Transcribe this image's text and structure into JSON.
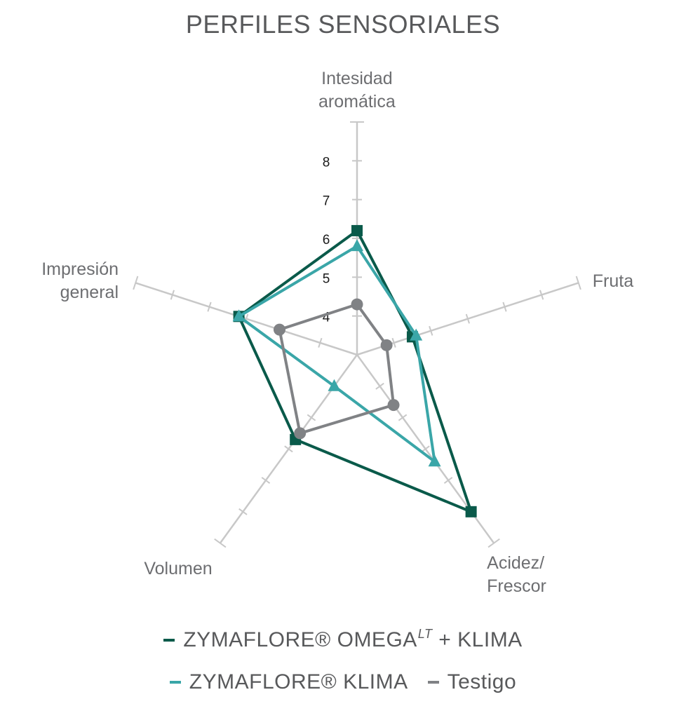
{
  "chart_data": {
    "type": "radar",
    "title": "PERFILES SENSORIALES",
    "axes": [
      {
        "label_lines": [
          "Intesidad",
          "aromática"
        ]
      },
      {
        "label_lines": [
          "Fruta"
        ]
      },
      {
        "label_lines": [
          "Acidez/",
          "Frescor"
        ]
      },
      {
        "label_lines": [
          "Volumen"
        ]
      },
      {
        "label_lines": [
          "Impresión",
          "general"
        ]
      }
    ],
    "scale": {
      "min": 3,
      "max": 9,
      "ticks": [
        4,
        5,
        6,
        7,
        8
      ]
    },
    "series": [
      {
        "name_main": "ZYMAFLORE® OMEGA",
        "name_sup": "LT",
        "name_tail": " + KLIMA",
        "color": "#0a5a4a",
        "marker": "square",
        "values": [
          6.2,
          4.5,
          8.0,
          5.7,
          6.2
        ]
      },
      {
        "name_main": "ZYMAFLORE® KLIMA",
        "color": "#3aa6a8",
        "marker": "triangle",
        "values": [
          5.8,
          4.6,
          6.4,
          4.0,
          6.2
        ]
      },
      {
        "name_main": "Testigo",
        "color": "#808285",
        "marker": "circle",
        "values": [
          4.3,
          3.8,
          4.6,
          5.5,
          5.1
        ]
      }
    ],
    "grid": true,
    "legend": "bottom"
  }
}
